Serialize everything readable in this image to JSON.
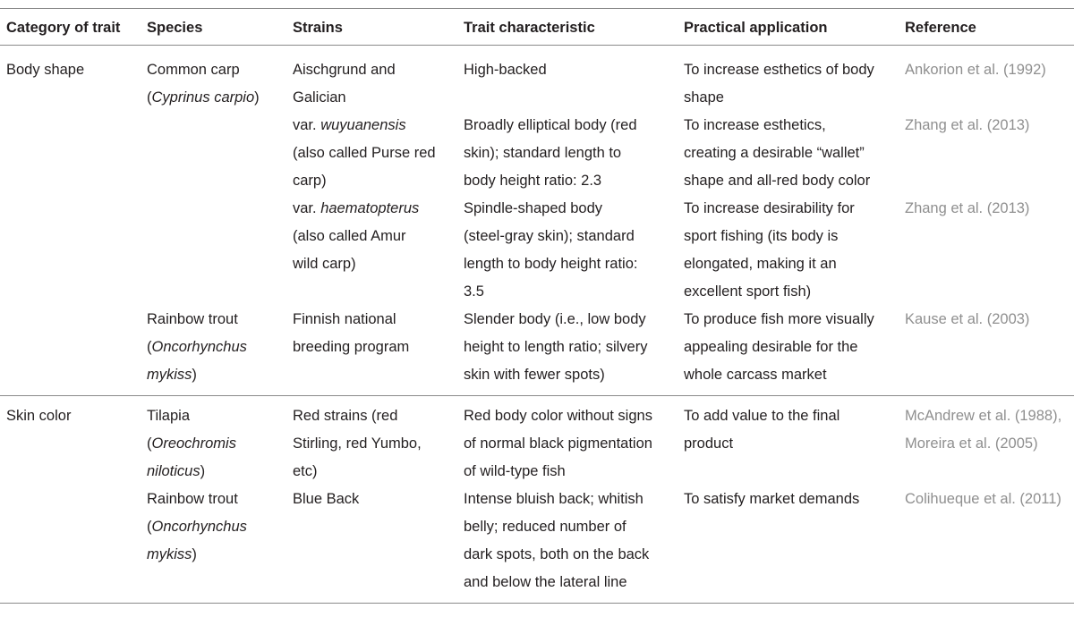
{
  "headers": [
    "Category of trait",
    "Species",
    "Strains",
    "Trait characteristic",
    "Practical application",
    "Reference"
  ],
  "groups": [
    {
      "category": "Body shape",
      "rows": [
        {
          "species": [
            [
              "Common carp"
            ],
            [
              "(",
              {
                "i": "Cyprinus carpio"
              },
              ")"
            ]
          ],
          "strains": [
            [
              "Aischgrund and"
            ],
            [
              "Galician"
            ]
          ],
          "trait": [
            [
              "High-backed"
            ]
          ],
          "application": [
            [
              "To increase esthetics of body"
            ],
            [
              "shape"
            ]
          ],
          "reference": [
            [
              "Ankorion et al. (1992)"
            ]
          ]
        },
        {
          "species": [],
          "strains": [
            [
              "var. ",
              {
                "i": "wuyuanensis"
              }
            ],
            [
              "(also called Purse red"
            ],
            [
              "carp)"
            ]
          ],
          "trait": [
            [
              "Broadly elliptical body (red"
            ],
            [
              "skin); standard length to"
            ],
            [
              "body height ratio: 2.3"
            ]
          ],
          "application": [
            [
              "To increase esthetics,"
            ],
            [
              "creating a desirable “wallet”"
            ],
            [
              "shape and all-red body color"
            ]
          ],
          "reference": [
            [
              "Zhang et al. (2013)"
            ]
          ]
        },
        {
          "species": [],
          "strains": [
            [
              "var. ",
              {
                "i": "haematopterus"
              }
            ],
            [
              "(also called Amur"
            ],
            [
              "wild carp)"
            ]
          ],
          "trait": [
            [
              "Spindle-shaped body"
            ],
            [
              "(steel-gray skin); standard"
            ],
            [
              "length to body height ratio:"
            ],
            [
              "3.5"
            ]
          ],
          "application": [
            [
              "To increase desirability for"
            ],
            [
              "sport fishing (its body is"
            ],
            [
              "elongated, making it an"
            ],
            [
              "excellent sport fish)"
            ]
          ],
          "reference": [
            [
              "Zhang et al. (2013)"
            ]
          ]
        },
        {
          "species": [
            [
              "Rainbow trout"
            ],
            [
              "(",
              {
                "i": "Oncorhynchus"
              }
            ],
            [
              {
                "i": "mykiss"
              },
              ")"
            ]
          ],
          "strains": [
            [
              "Finnish national"
            ],
            [
              "breeding program"
            ]
          ],
          "trait": [
            [
              "Slender body (i.e., low body"
            ],
            [
              "height to length ratio; silvery"
            ],
            [
              "skin with fewer spots)"
            ]
          ],
          "application": [
            [
              "To produce fish more visually"
            ],
            [
              "appealing desirable for the"
            ],
            [
              "whole carcass market"
            ]
          ],
          "reference": [
            [
              "Kause et al. (2003)"
            ]
          ]
        }
      ]
    },
    {
      "category": "Skin color",
      "rows": [
        {
          "species": [
            [
              "Tilapia"
            ],
            [
              "(",
              {
                "i": "Oreochromis"
              }
            ],
            [
              {
                "i": "niloticus"
              },
              ")"
            ]
          ],
          "strains": [
            [
              "Red strains (red"
            ],
            [
              "Stirling, red Yumbo,"
            ],
            [
              "etc)"
            ]
          ],
          "trait": [
            [
              "Red body color without signs"
            ],
            [
              "of normal black pigmentation"
            ],
            [
              "of wild-type fish"
            ]
          ],
          "application": [
            [
              "To add value to the final"
            ],
            [
              "product"
            ]
          ],
          "reference": [
            [
              "McAndrew et al. (1988),"
            ],
            [
              "Moreira et al. (2005)"
            ]
          ]
        },
        {
          "species": [
            [
              "Rainbow trout"
            ],
            [
              "(",
              {
                "i": "Oncorhynchus"
              }
            ],
            [
              {
                "i": "mykiss"
              },
              ")"
            ]
          ],
          "strains": [
            [
              "Blue Back"
            ]
          ],
          "trait": [
            [
              "Intense bluish back; whitish"
            ],
            [
              "belly; reduced number of"
            ],
            [
              "dark spots, both on the back"
            ],
            [
              "and below the lateral line"
            ]
          ],
          "application": [
            [
              "To satisfy market demands"
            ]
          ],
          "reference": [
            [
              "Colihueque et al. (2011)"
            ]
          ]
        }
      ]
    }
  ]
}
